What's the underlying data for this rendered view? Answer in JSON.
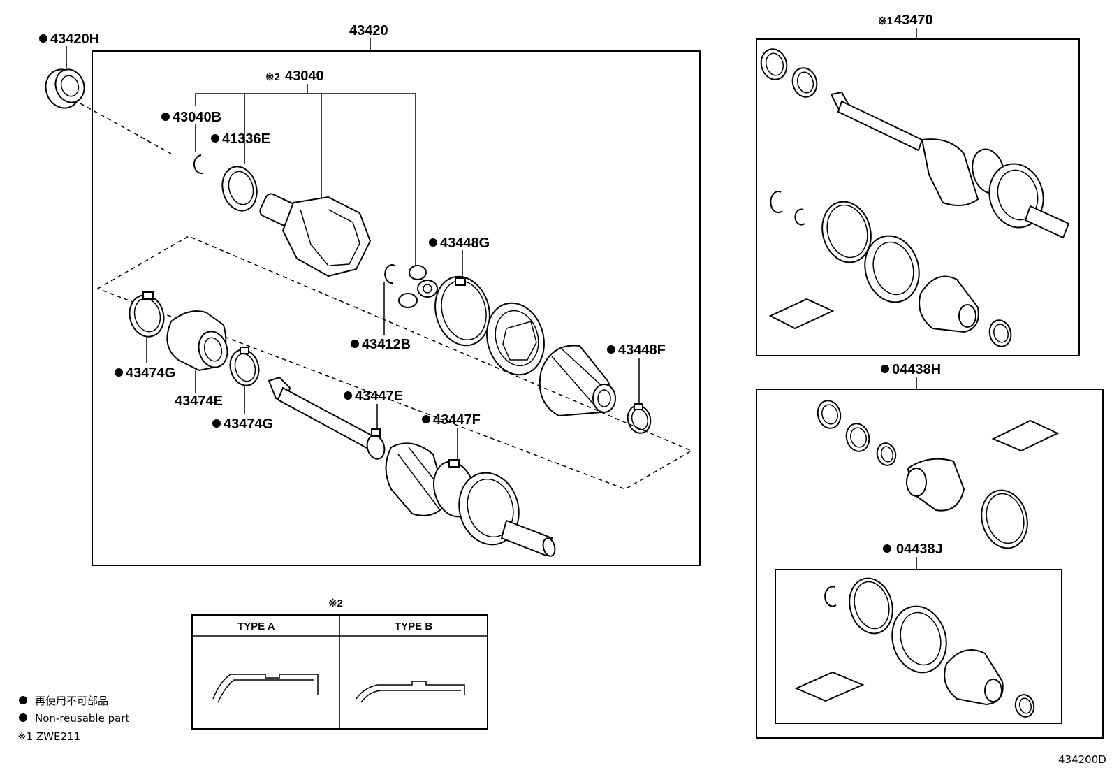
{
  "diagram": {
    "main_assembly": "43420",
    "labels": {
      "p43420H": "43420H",
      "p43040": "43040",
      "p43040_mark": "※2",
      "p43040B": "43040B",
      "p41336E": "41336E",
      "p43448G": "43448G",
      "p43412B": "43412B",
      "p43448F": "43448F",
      "p43474G_a": "43474G",
      "p43474E": "43474E",
      "p43474G_b": "43474G",
      "p43447E": "43447E",
      "p43447F": "43447F",
      "p43470": "43470",
      "p43470_mark": "※1",
      "p04438H": "04438H",
      "p04438J": "04438J"
    },
    "type_table": {
      "title": "※2",
      "col_a": "TYPE A",
      "col_b": "TYPE B"
    },
    "legend": {
      "non_reusable_jp": "再使用不可部品",
      "non_reusable_en": "Non-reusable part",
      "note1": "※1 ZWE211"
    },
    "figure_code": "434200D"
  }
}
